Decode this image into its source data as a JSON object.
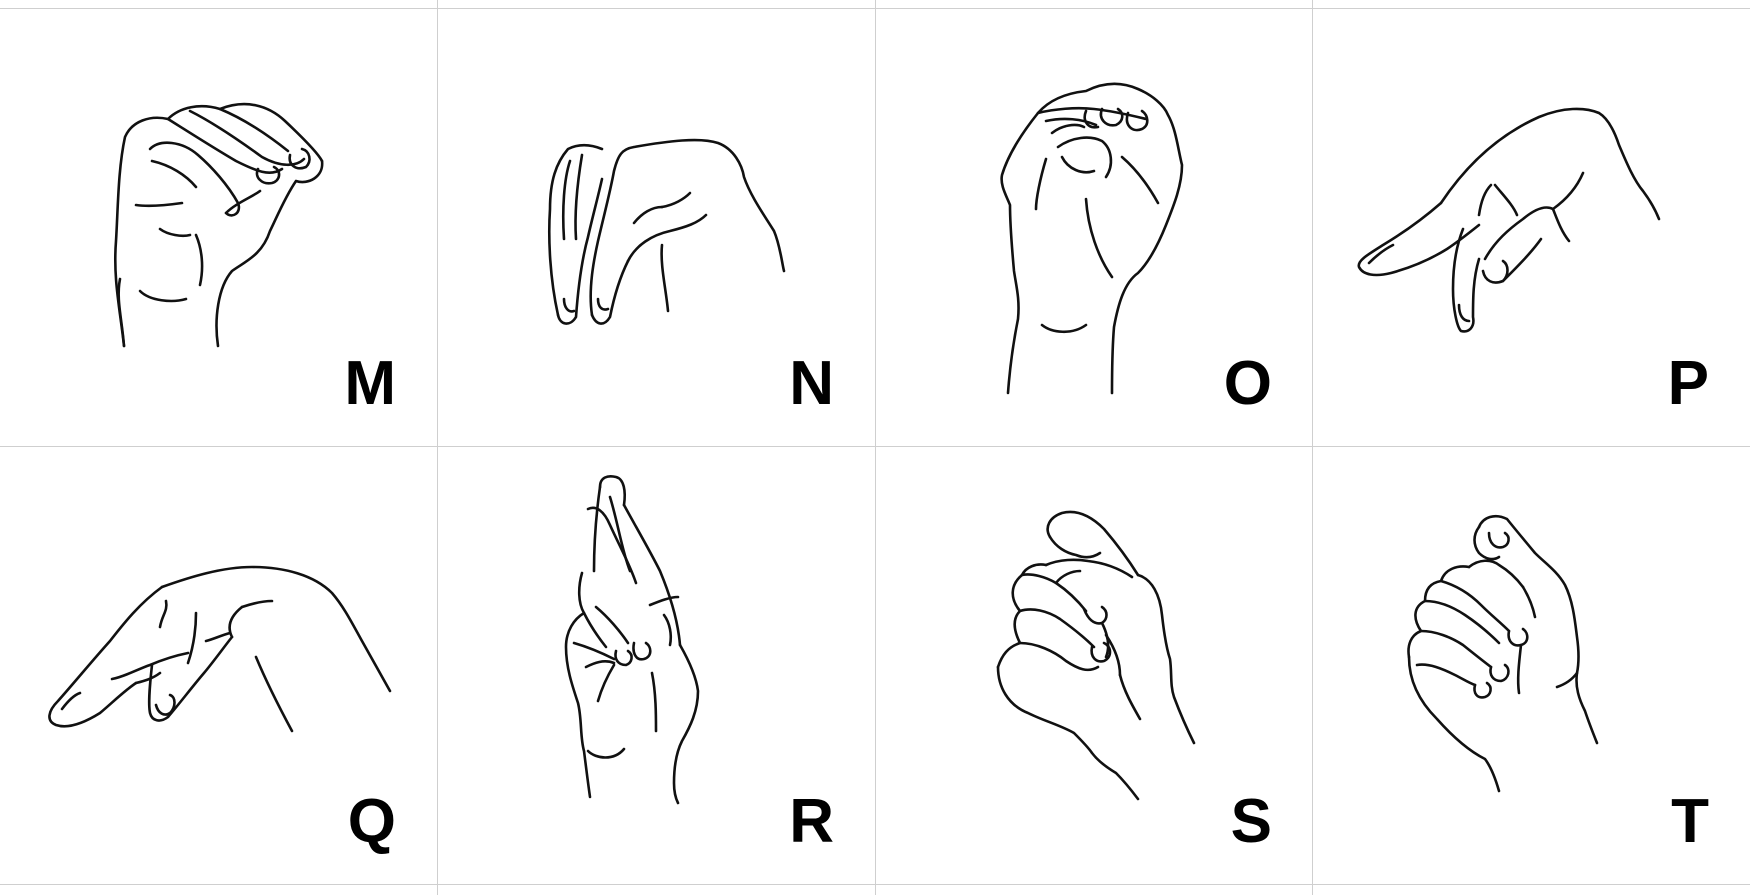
{
  "letters": [
    "M",
    "N",
    "O",
    "P",
    "Q",
    "R",
    "S",
    "T"
  ],
  "colors": {
    "background": "#ffffff",
    "grid_line": "#cfcfcf",
    "ink": "#111111"
  },
  "icons": [
    "hand-sign-m-icon",
    "hand-sign-n-icon",
    "hand-sign-o-icon",
    "hand-sign-p-icon",
    "hand-sign-q-icon",
    "hand-sign-r-icon",
    "hand-sign-s-icon",
    "hand-sign-t-icon"
  ]
}
